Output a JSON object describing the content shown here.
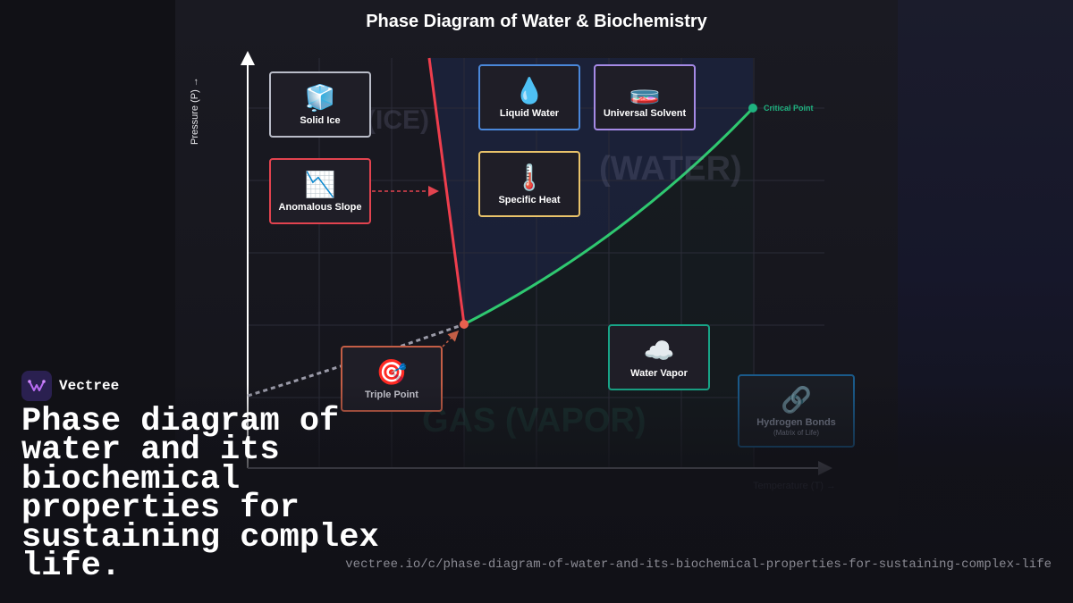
{
  "title": "Phase Diagram of Water & Biochemistry",
  "axes": {
    "y_label": "Pressure (P) →",
    "x_label": "Temperature (T) →"
  },
  "regions": {
    "solid": "(ICE)",
    "liquid": "(WATER)",
    "gas": "GAS (VAPOR)"
  },
  "critical_point_label": "Critical Point",
  "nodes": {
    "solid_ice": {
      "icon": "🧊",
      "label": "Solid Ice"
    },
    "anomalous_slope": {
      "icon": "📉",
      "label": "Anomalous Slope"
    },
    "liquid_water": {
      "icon": "💧",
      "label": "Liquid Water"
    },
    "universal_solvent": {
      "icon": "🧫",
      "label": "Universal Solvent"
    },
    "specific_heat": {
      "icon": "🌡️",
      "label": "Specific Heat"
    },
    "triple_point": {
      "icon": "🎯",
      "label": "Triple Point"
    },
    "water_vapor": {
      "icon": "☁️",
      "label": "Water Vapor"
    },
    "hydrogen_bonds": {
      "icon": "🔗",
      "label": "Hydrogen Bonds",
      "sublabel": "(Matrix of Life)"
    }
  },
  "colors": {
    "solid_ice": "#b9bcc8",
    "anomalous_slope": "#e2434f",
    "liquid_water": "#4a87d9",
    "universal_solvent": "#a58ae6",
    "specific_heat": "#e9c36a",
    "triple_point": "#c45e46",
    "water_vapor": "#18a487",
    "hydrogen_bonds": "#1a5a8a",
    "fusion_curve": "#ee3e4d",
    "vaporization_curve": "#2fc870",
    "sublimation_curve": "#9a9aa8"
  },
  "brand": {
    "name": "Vectree",
    "icon": "vectree-logo"
  },
  "headline": "Phase diagram of water and its biochemical properties for sustaining complex life.",
  "url": "vectree.io/c/phase-diagram-of-water-and-its-biochemical-properties-for-sustaining-complex-life"
}
